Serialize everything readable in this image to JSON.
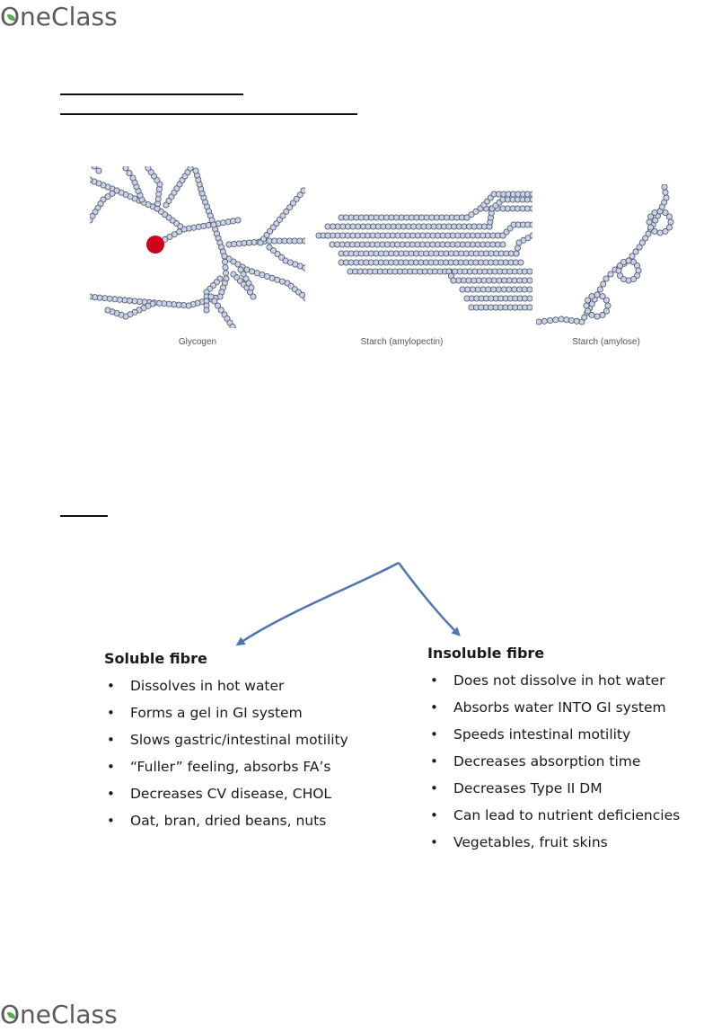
{
  "header": {
    "logo_text": "OneClass"
  },
  "footer": {
    "logo_text": "OneClass"
  },
  "figure": {
    "captions": [
      "Glycogen",
      "Starch (amylopectin)",
      "Starch (amylose)"
    ],
    "colors": {
      "bead_fill": "#c9d3e8",
      "bead_stroke": "#4a5060",
      "branch_point": "#d0021b"
    }
  },
  "diagram": {
    "arrow_color": "#4f74b3"
  },
  "soluble": {
    "title": "Soluble fibre",
    "items": [
      "Dissolves in hot water",
      "Forms a gel in GI system",
      "Slows gastric/intestinal motility",
      "“Fuller” feeling, absorbs FA’s",
      "Decreases CV disease, CHOL",
      "Oat, bran, dried beans, nuts"
    ]
  },
  "insoluble": {
    "title": "Insoluble fibre",
    "items": [
      "Does not dissolve in hot water",
      "Absorbs water INTO GI system",
      "Speeds intestinal motility",
      "Decreases absorption time",
      "Decreases Type II DM",
      "Can lead to nutrient deficiencies",
      "Vegetables, fruit skins"
    ]
  }
}
